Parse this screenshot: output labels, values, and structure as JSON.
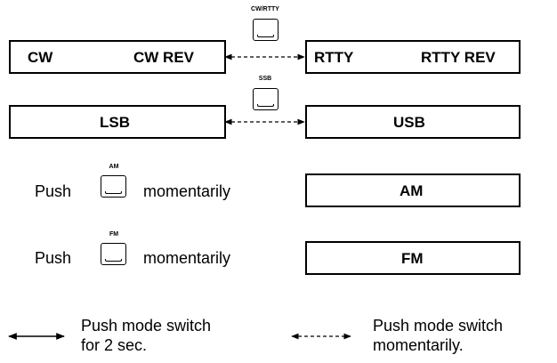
{
  "rows": {
    "cw_row": {
      "key_label": "CW/RTTY",
      "left": {
        "a": "CW",
        "b": "CW REV"
      },
      "right": {
        "a": "RTTY",
        "b": "RTTY REV"
      }
    },
    "ssb_row": {
      "key_label": "SSB",
      "left": "LSB",
      "right": "USB"
    },
    "am_row": {
      "push": "Push",
      "key_label": "AM",
      "momentarily": "momentarily",
      "mode": "AM"
    },
    "fm_row": {
      "push": "Push",
      "key_label": "FM",
      "momentarily": "momentarily",
      "mode": "FM"
    }
  },
  "legend": {
    "solid_line1": "Push mode switch",
    "solid_line2": "for 2 sec.",
    "dashed_line1": "Push mode switch",
    "dashed_line2": "momentarily."
  }
}
